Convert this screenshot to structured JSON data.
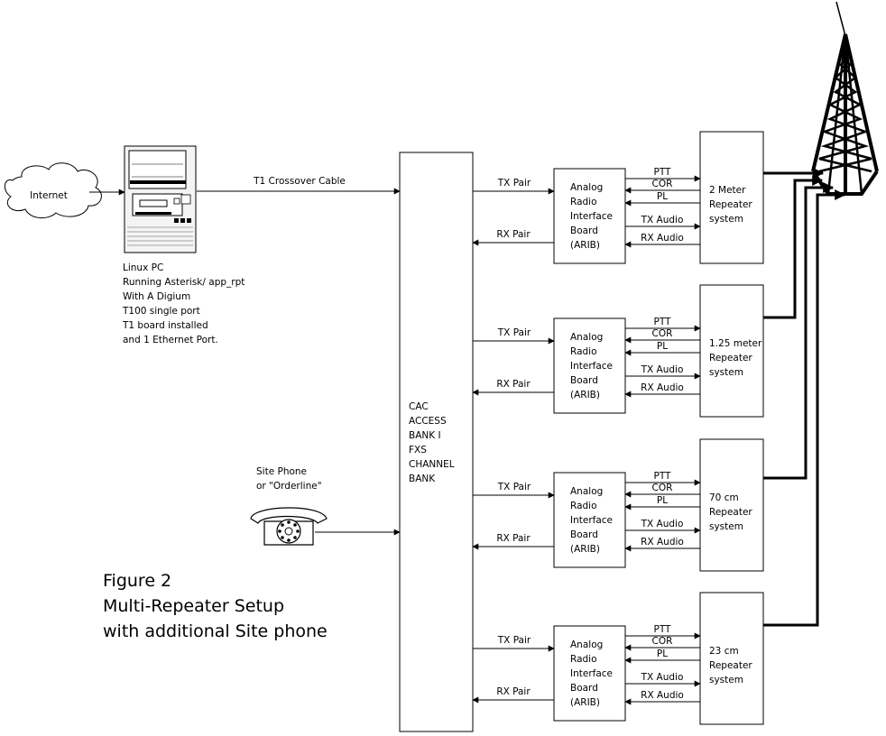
{
  "internet": {
    "label": "Internet"
  },
  "t1_cable": {
    "label": "T1 Crossover Cable"
  },
  "linux_pc": {
    "lines": [
      "Linux PC",
      "Running Asterisk/ app_rpt",
      "With A Digium",
      "T100 single port",
      "T1  board installed",
      "and 1 Ethernet Port."
    ]
  },
  "site_phone": {
    "lines": [
      "Site Phone",
      "or \"Orderline\""
    ]
  },
  "channel_bank": {
    "lines": [
      "CAC",
      "ACCESS",
      "BANK I",
      "FXS",
      "CHANNEL",
      "BANK"
    ]
  },
  "caption": {
    "lines": [
      "Figure 2",
      "Multi-Repeater Setup",
      "with additional Site phone"
    ]
  },
  "link_labels": {
    "tx_pair": "TX Pair",
    "rx_pair": "RX Pair",
    "ptt": "PTT",
    "cor": "COR",
    "pl": "PL",
    "tx_audio": "TX Audio",
    "rx_audio": "RX Audio"
  },
  "arib": {
    "lines": [
      "Analog",
      "Radio",
      "Interface",
      "Board",
      "(ARIB)"
    ]
  },
  "repeaters": [
    {
      "lines": [
        "2 Meter",
        "Repeater",
        "system"
      ]
    },
    {
      "lines": [
        "1.25 meter",
        "Repeater",
        "system"
      ]
    },
    {
      "lines": [
        "70 cm",
        "Repeater",
        "system"
      ]
    },
    {
      "lines": [
        "23 cm",
        "Repeater",
        "system"
      ]
    }
  ]
}
